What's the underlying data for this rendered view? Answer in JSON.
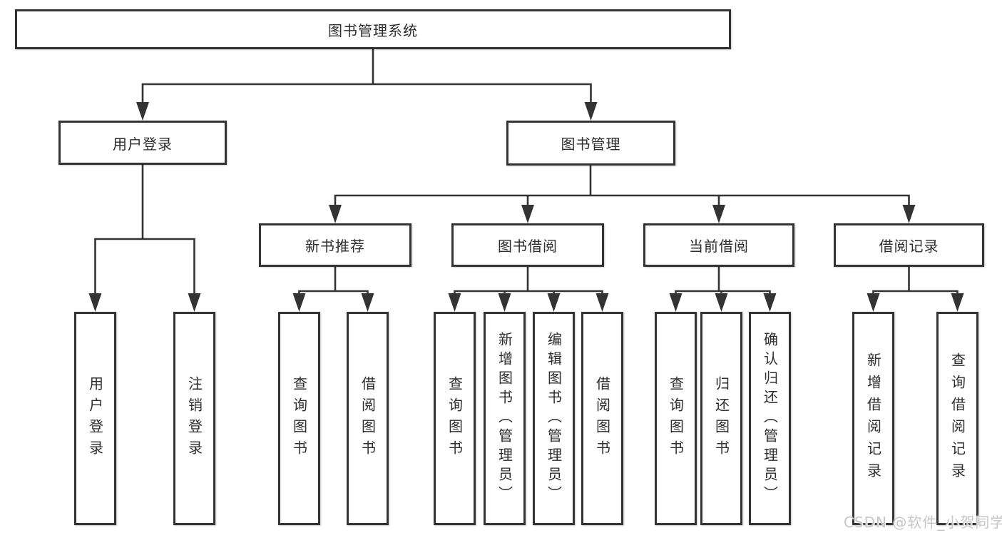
{
  "colors": {
    "line": "#333333",
    "box_border": "#333333",
    "text": "#2d2d2d",
    "watermark": "#c7c7c7",
    "background": "#ffffff"
  },
  "tree": {
    "label": "图书管理系统",
    "children": [
      {
        "label": "用户登录",
        "children": [
          {
            "label": "用户登录"
          },
          {
            "label": "注销登录"
          }
        ]
      },
      {
        "label": "图书管理",
        "children": [
          {
            "label": "新书推荐",
            "children": [
              {
                "label": "查询图书"
              },
              {
                "label": "借阅图书"
              }
            ]
          },
          {
            "label": "图书借阅",
            "children": [
              {
                "label": "查询图书"
              },
              {
                "label": "新增图书（管理员）"
              },
              {
                "label": "编辑图书（管理员）"
              },
              {
                "label": "借阅图书"
              }
            ]
          },
          {
            "label": "当前借阅",
            "children": [
              {
                "label": "查询图书"
              },
              {
                "label": "归还图书"
              },
              {
                "label": "确认归还（管理员）"
              }
            ]
          },
          {
            "label": "借阅记录",
            "children": [
              {
                "label": "新增借阅记录"
              },
              {
                "label": "查询借阅记录"
              }
            ]
          }
        ]
      }
    ]
  },
  "watermark": {
    "text": "CSDN @软件_小贺同学"
  }
}
